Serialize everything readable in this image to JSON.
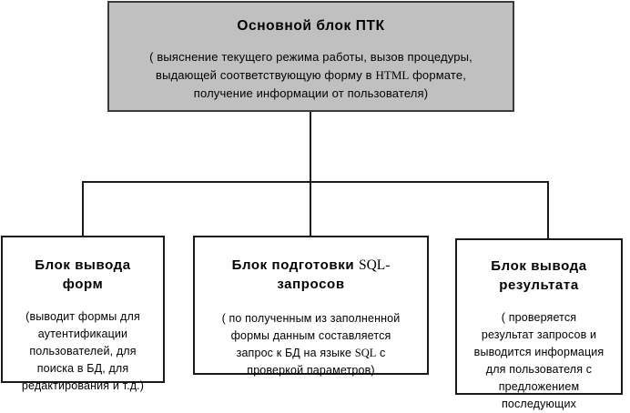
{
  "diagram": {
    "type": "block-hierarchy",
    "root": {
      "title": "Основной блок ПТК",
      "body_before": "( выяснение текущего режима работы, вызов процедуры,\nвыдающей соответствующую форму в ",
      "body_mono": "HTML",
      "body_after": " формате,\nполучение информации от пользователя)",
      "fill_color": "#c0c0c0",
      "border_color": "#3a3a3a"
    },
    "children": [
      {
        "id": "output-forms",
        "title": "Блок вывода\nформ",
        "body": "(выводит формы для\nаутентификации\nпользователей, для\nпоиска в БД, для\nредактирования и т.д.)",
        "fill_color": "#ffffff",
        "border_color": "#1a1a1a"
      },
      {
        "id": "sql-prep",
        "title_before": "Блок подготовки ",
        "title_mono": "SQL-",
        "title_after": "\nзапросов",
        "body_before": "( по полученным из заполненной\nформы данным составляется\nзапрос к БД на языке ",
        "body_mono": "SQL",
        "body_after": " с\nпроверкой параметров)",
        "fill_color": "#ffffff",
        "border_color": "#1a1a1a"
      },
      {
        "id": "result-output",
        "title": "Блок вывода\nрезультата",
        "body": "( проверяется\nрезультат запросов и\nвыводится информация\nдля пользователя с\nпредложением\nпоследующих\nдействий)",
        "fill_color": "#ffffff",
        "border_color": "#1a1a1a"
      }
    ],
    "connector_color": "#1a1a1a"
  }
}
